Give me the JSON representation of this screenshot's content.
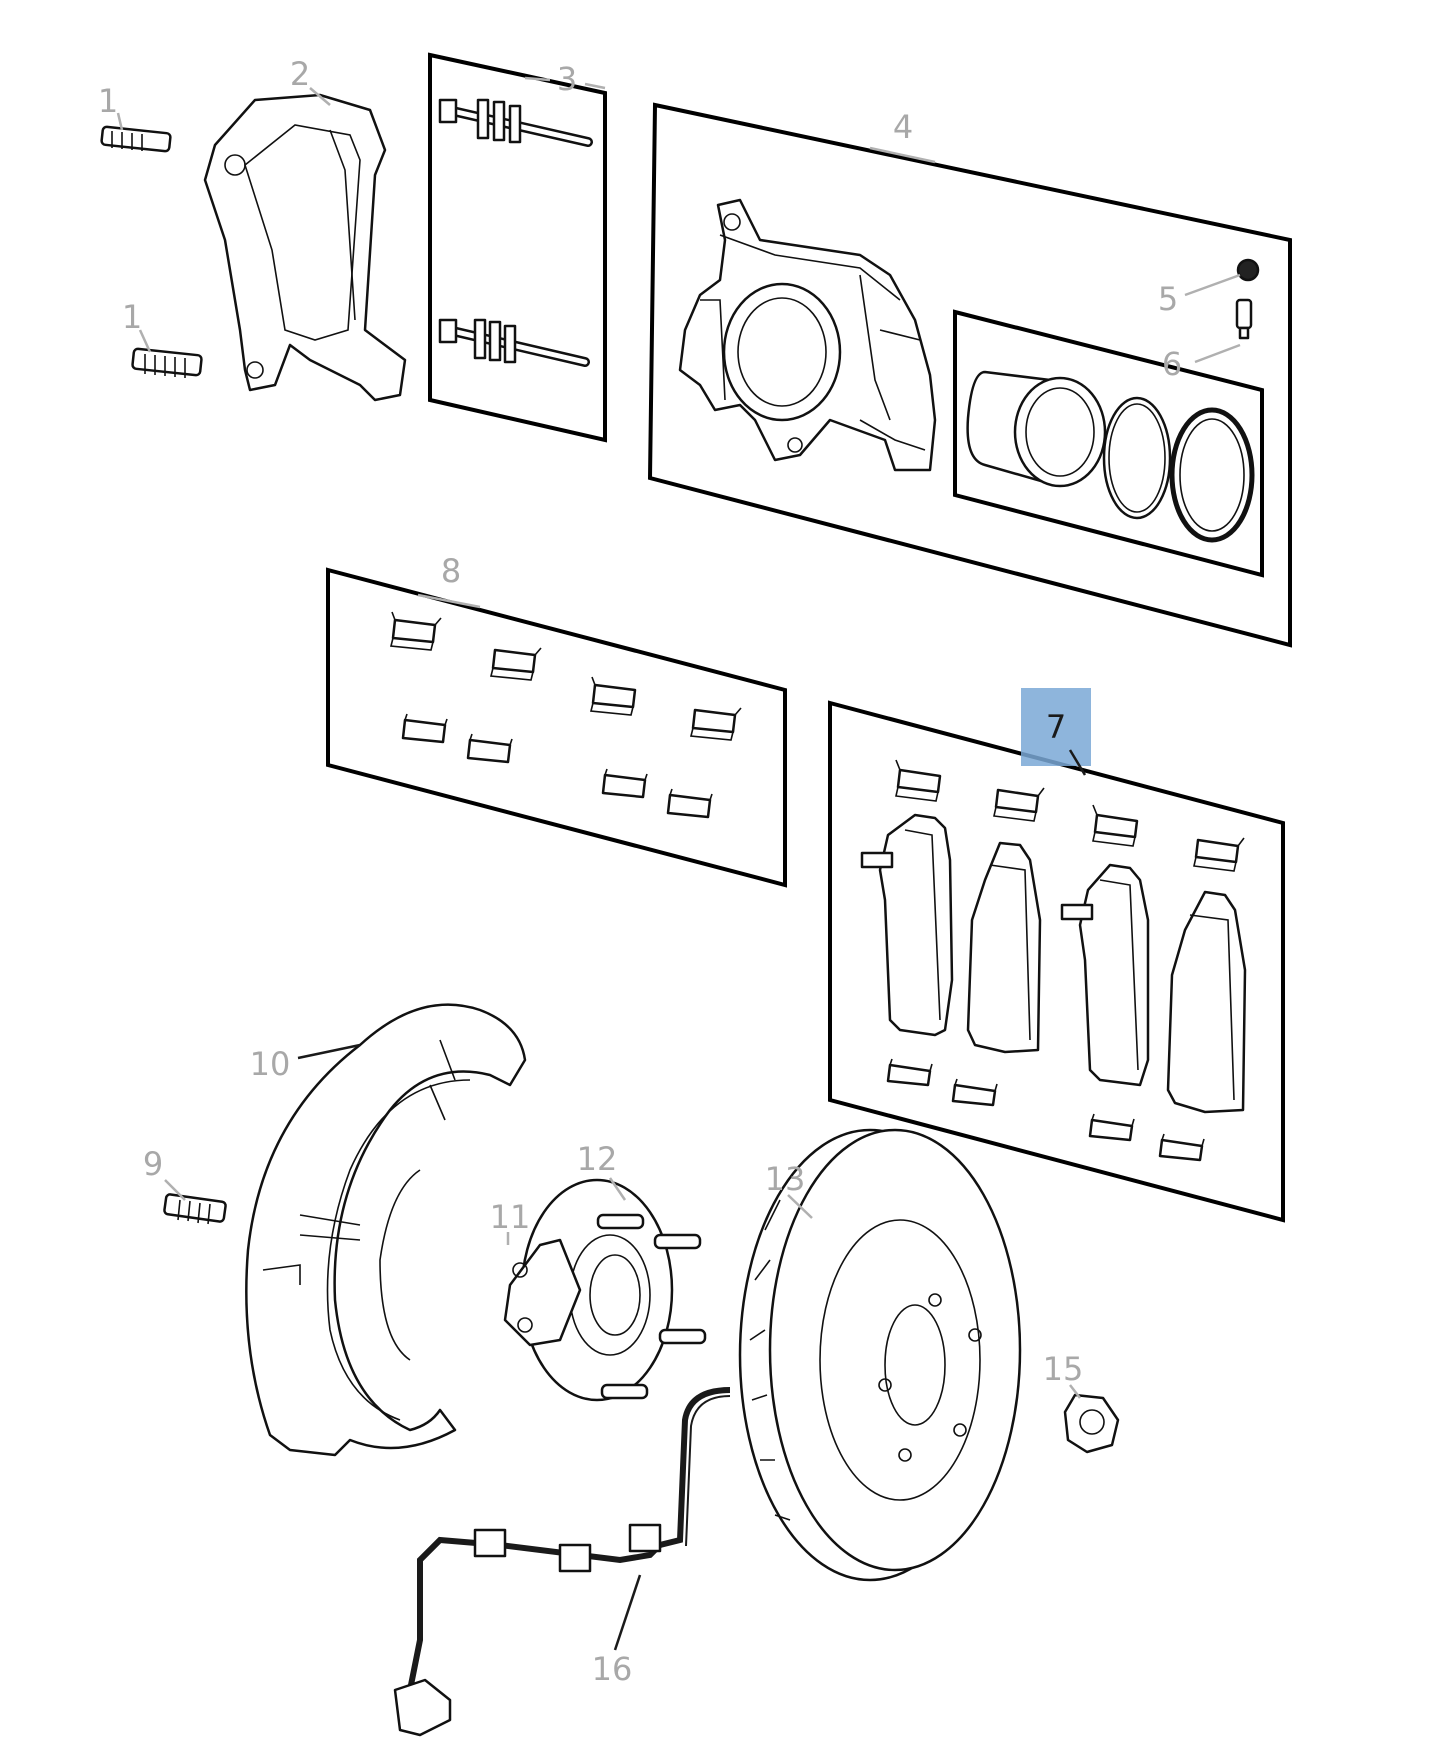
{
  "callouts": [
    {
      "id": "c1a",
      "text": "1"
    },
    {
      "id": "c1b",
      "text": "1"
    },
    {
      "id": "c2",
      "text": "2"
    },
    {
      "id": "c3",
      "text": "3"
    },
    {
      "id": "c4",
      "text": "4"
    },
    {
      "id": "c5",
      "text": "5"
    },
    {
      "id": "c6",
      "text": "6"
    },
    {
      "id": "c7",
      "text": "7"
    },
    {
      "id": "c8",
      "text": "8"
    },
    {
      "id": "c9",
      "text": "9"
    },
    {
      "id": "c10",
      "text": "10"
    },
    {
      "id": "c11",
      "text": "11"
    },
    {
      "id": "c12",
      "text": "12"
    },
    {
      "id": "c13",
      "text": "13"
    },
    {
      "id": "c15",
      "text": "15"
    },
    {
      "id": "c16",
      "text": "16"
    }
  ],
  "highlighted_callout": "7",
  "colors": {
    "highlight": "#7aa8d6",
    "callout_text": "#a8a8a8",
    "outline": "#111111"
  }
}
